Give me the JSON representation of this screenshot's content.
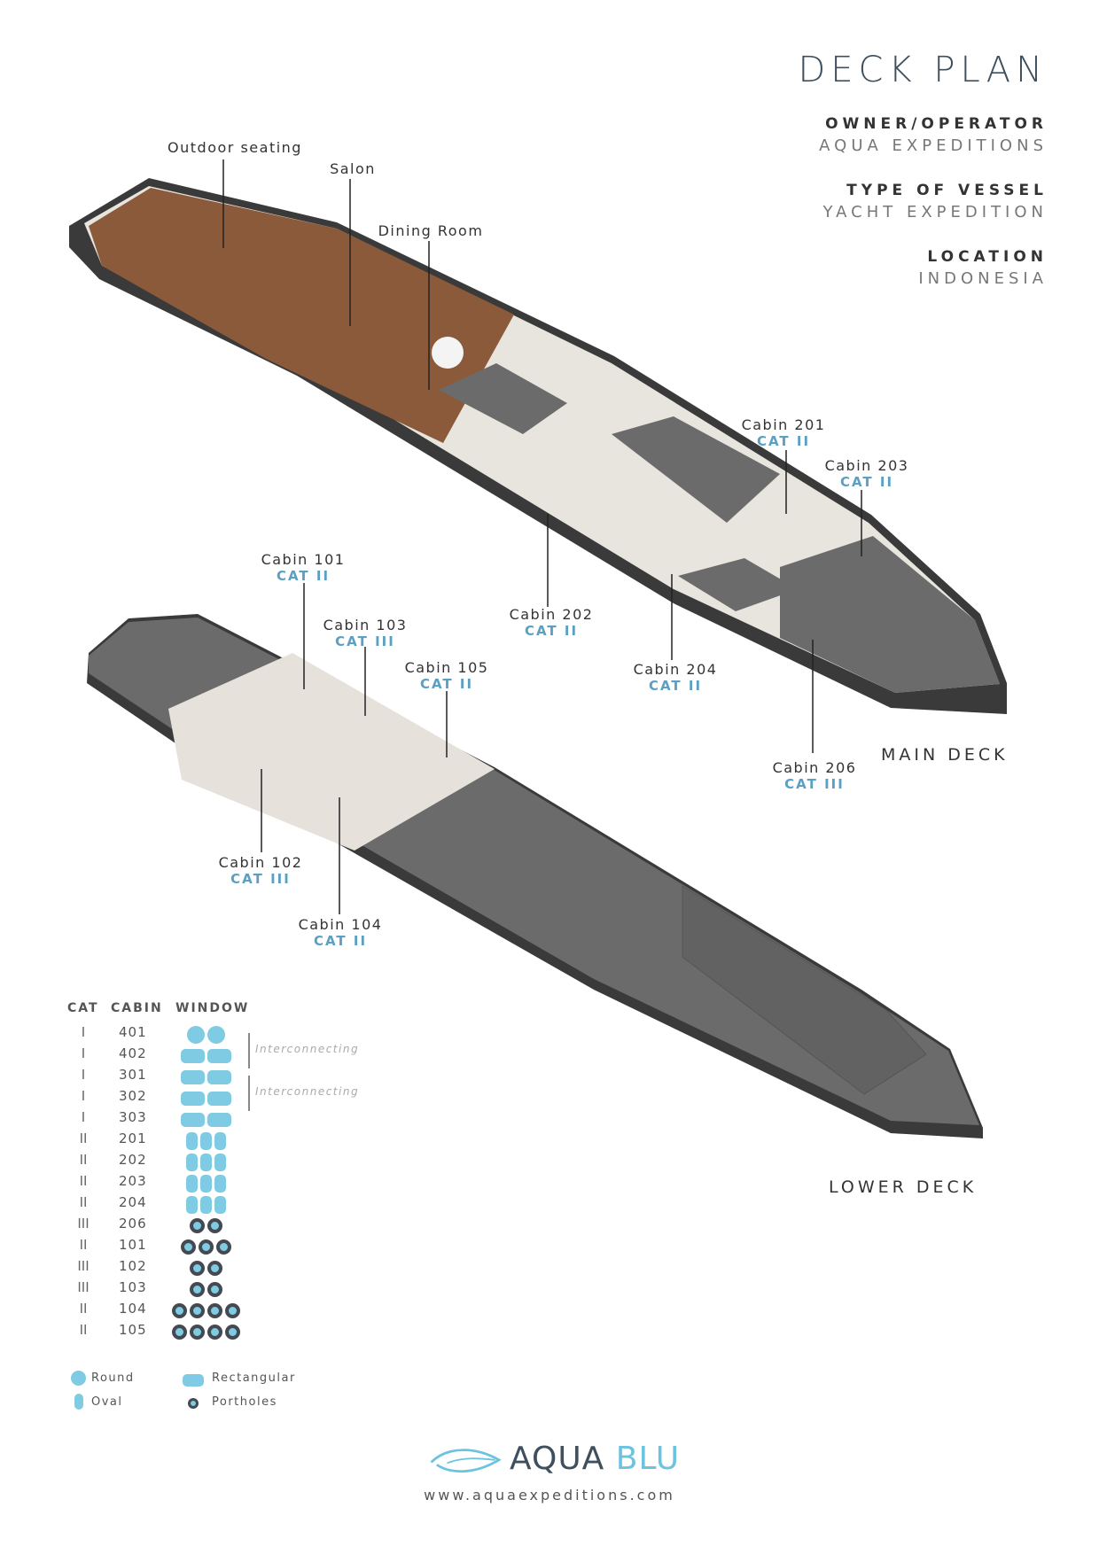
{
  "header": {
    "title": "DECK PLAN",
    "info": [
      {
        "key": "OWNER/OPERATOR",
        "value": "AQUA EXPEDITIONS"
      },
      {
        "key": "TYPE OF VESSEL",
        "value": "YACHT EXPEDITION"
      },
      {
        "key": "LOCATION",
        "value": "INDONESIA"
      }
    ]
  },
  "main_deck": {
    "name": "MAIN DECK",
    "areas": {
      "outdoor": "Outdoor seating",
      "salon": "Salon",
      "dining": "Dining Room"
    },
    "cabins": [
      {
        "name": "Cabin 201",
        "cat": "CAT II"
      },
      {
        "name": "Cabin 203",
        "cat": "CAT II"
      },
      {
        "name": "Cabin 202",
        "cat": "CAT II"
      },
      {
        "name": "Cabin 204",
        "cat": "CAT II"
      },
      {
        "name": "Cabin 206",
        "cat": "CAT III"
      }
    ]
  },
  "lower_deck": {
    "name": "LOWER DECK",
    "cabins": [
      {
        "name": "Cabin 101",
        "cat": "CAT II"
      },
      {
        "name": "Cabin 103",
        "cat": "CAT III"
      },
      {
        "name": "Cabin 105",
        "cat": "CAT II"
      },
      {
        "name": "Cabin 102",
        "cat": "CAT III"
      },
      {
        "name": "Cabin 104",
        "cat": "CAT II"
      }
    ]
  },
  "legend": {
    "headers": {
      "cat": "CAT",
      "cabin": "CABIN",
      "window": "WINDOW"
    },
    "rows": [
      {
        "cat": "I",
        "cabin": "401",
        "window": "round",
        "count": 2
      },
      {
        "cat": "I",
        "cabin": "402",
        "window": "rect",
        "count": 2
      },
      {
        "cat": "I",
        "cabin": "301",
        "window": "rect",
        "count": 2
      },
      {
        "cat": "I",
        "cabin": "302",
        "window": "rect",
        "count": 2
      },
      {
        "cat": "I",
        "cabin": "303",
        "window": "rect",
        "count": 2
      },
      {
        "cat": "II",
        "cabin": "201",
        "window": "oval",
        "count": 3
      },
      {
        "cat": "II",
        "cabin": "202",
        "window": "oval",
        "count": 3
      },
      {
        "cat": "II",
        "cabin": "203",
        "window": "oval",
        "count": 3
      },
      {
        "cat": "II",
        "cabin": "204",
        "window": "oval",
        "count": 3
      },
      {
        "cat": "III",
        "cabin": "206",
        "window": "port",
        "count": 2
      },
      {
        "cat": "II",
        "cabin": "101",
        "window": "port",
        "count": 3
      },
      {
        "cat": "III",
        "cabin": "102",
        "window": "port",
        "count": 2
      },
      {
        "cat": "III",
        "cabin": "103",
        "window": "port",
        "count": 2
      },
      {
        "cat": "II",
        "cabin": "104",
        "window": "port",
        "count": 4
      },
      {
        "cat": "II",
        "cabin": "105",
        "window": "port",
        "count": 4
      }
    ],
    "interconnecting": [
      "Interconnecting",
      "Interconnecting"
    ],
    "keys": {
      "round": "Round",
      "rect": "Rectangular",
      "oval": "Oval",
      "port": "Portholes"
    }
  },
  "footer": {
    "brand_a": "AQUA",
    "brand_b": "BLU",
    "url": "www.aquaexpeditions.com"
  },
  "colors": {
    "accent": "#5b9fc2",
    "window": "#7fcbe3",
    "hull": "#3a3a3a",
    "deck": "#6b6b6b",
    "wood": "#8a5a3a"
  }
}
